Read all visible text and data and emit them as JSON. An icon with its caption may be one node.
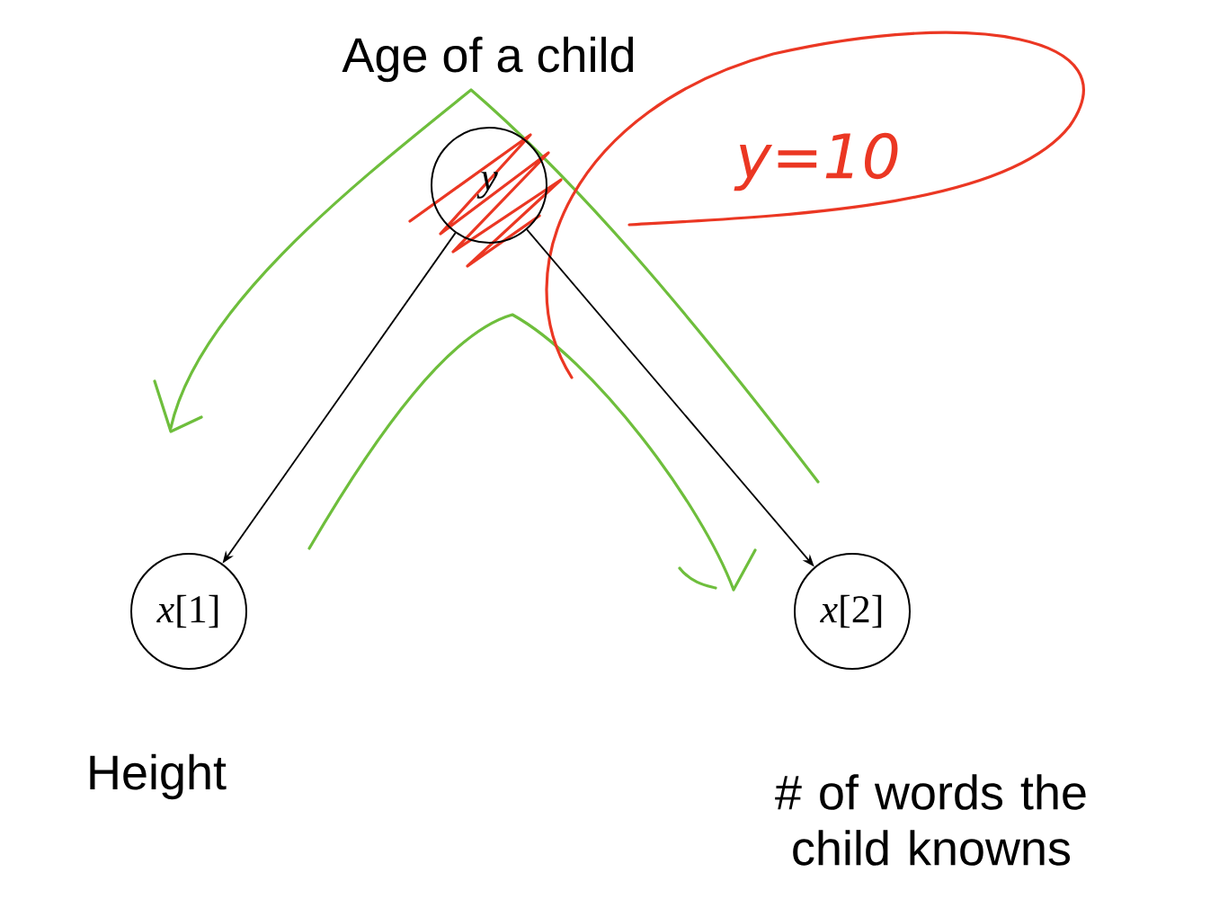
{
  "diagram": {
    "nodes": [
      {
        "text": [
          "y"
        ],
        "beside": [
          "Age of a child"
        ]
      },
      {
        "text": [
          "*x*[1]"
        ],
        "beside": [
          "Height"
        ]
      },
      {
        "text": [
          "*x*[2]"
        ],
        "beside": [
          "# of words the child knowns"
        ]
      }
    ],
    "edges": [
      {
        "from": 0,
        "to": 1,
        "arrow": "to"
      },
      {
        "from": 0,
        "to": 2,
        "arrow": "to"
      }
    ],
    "labels": [
      "y=10"
    ]
  }
}
